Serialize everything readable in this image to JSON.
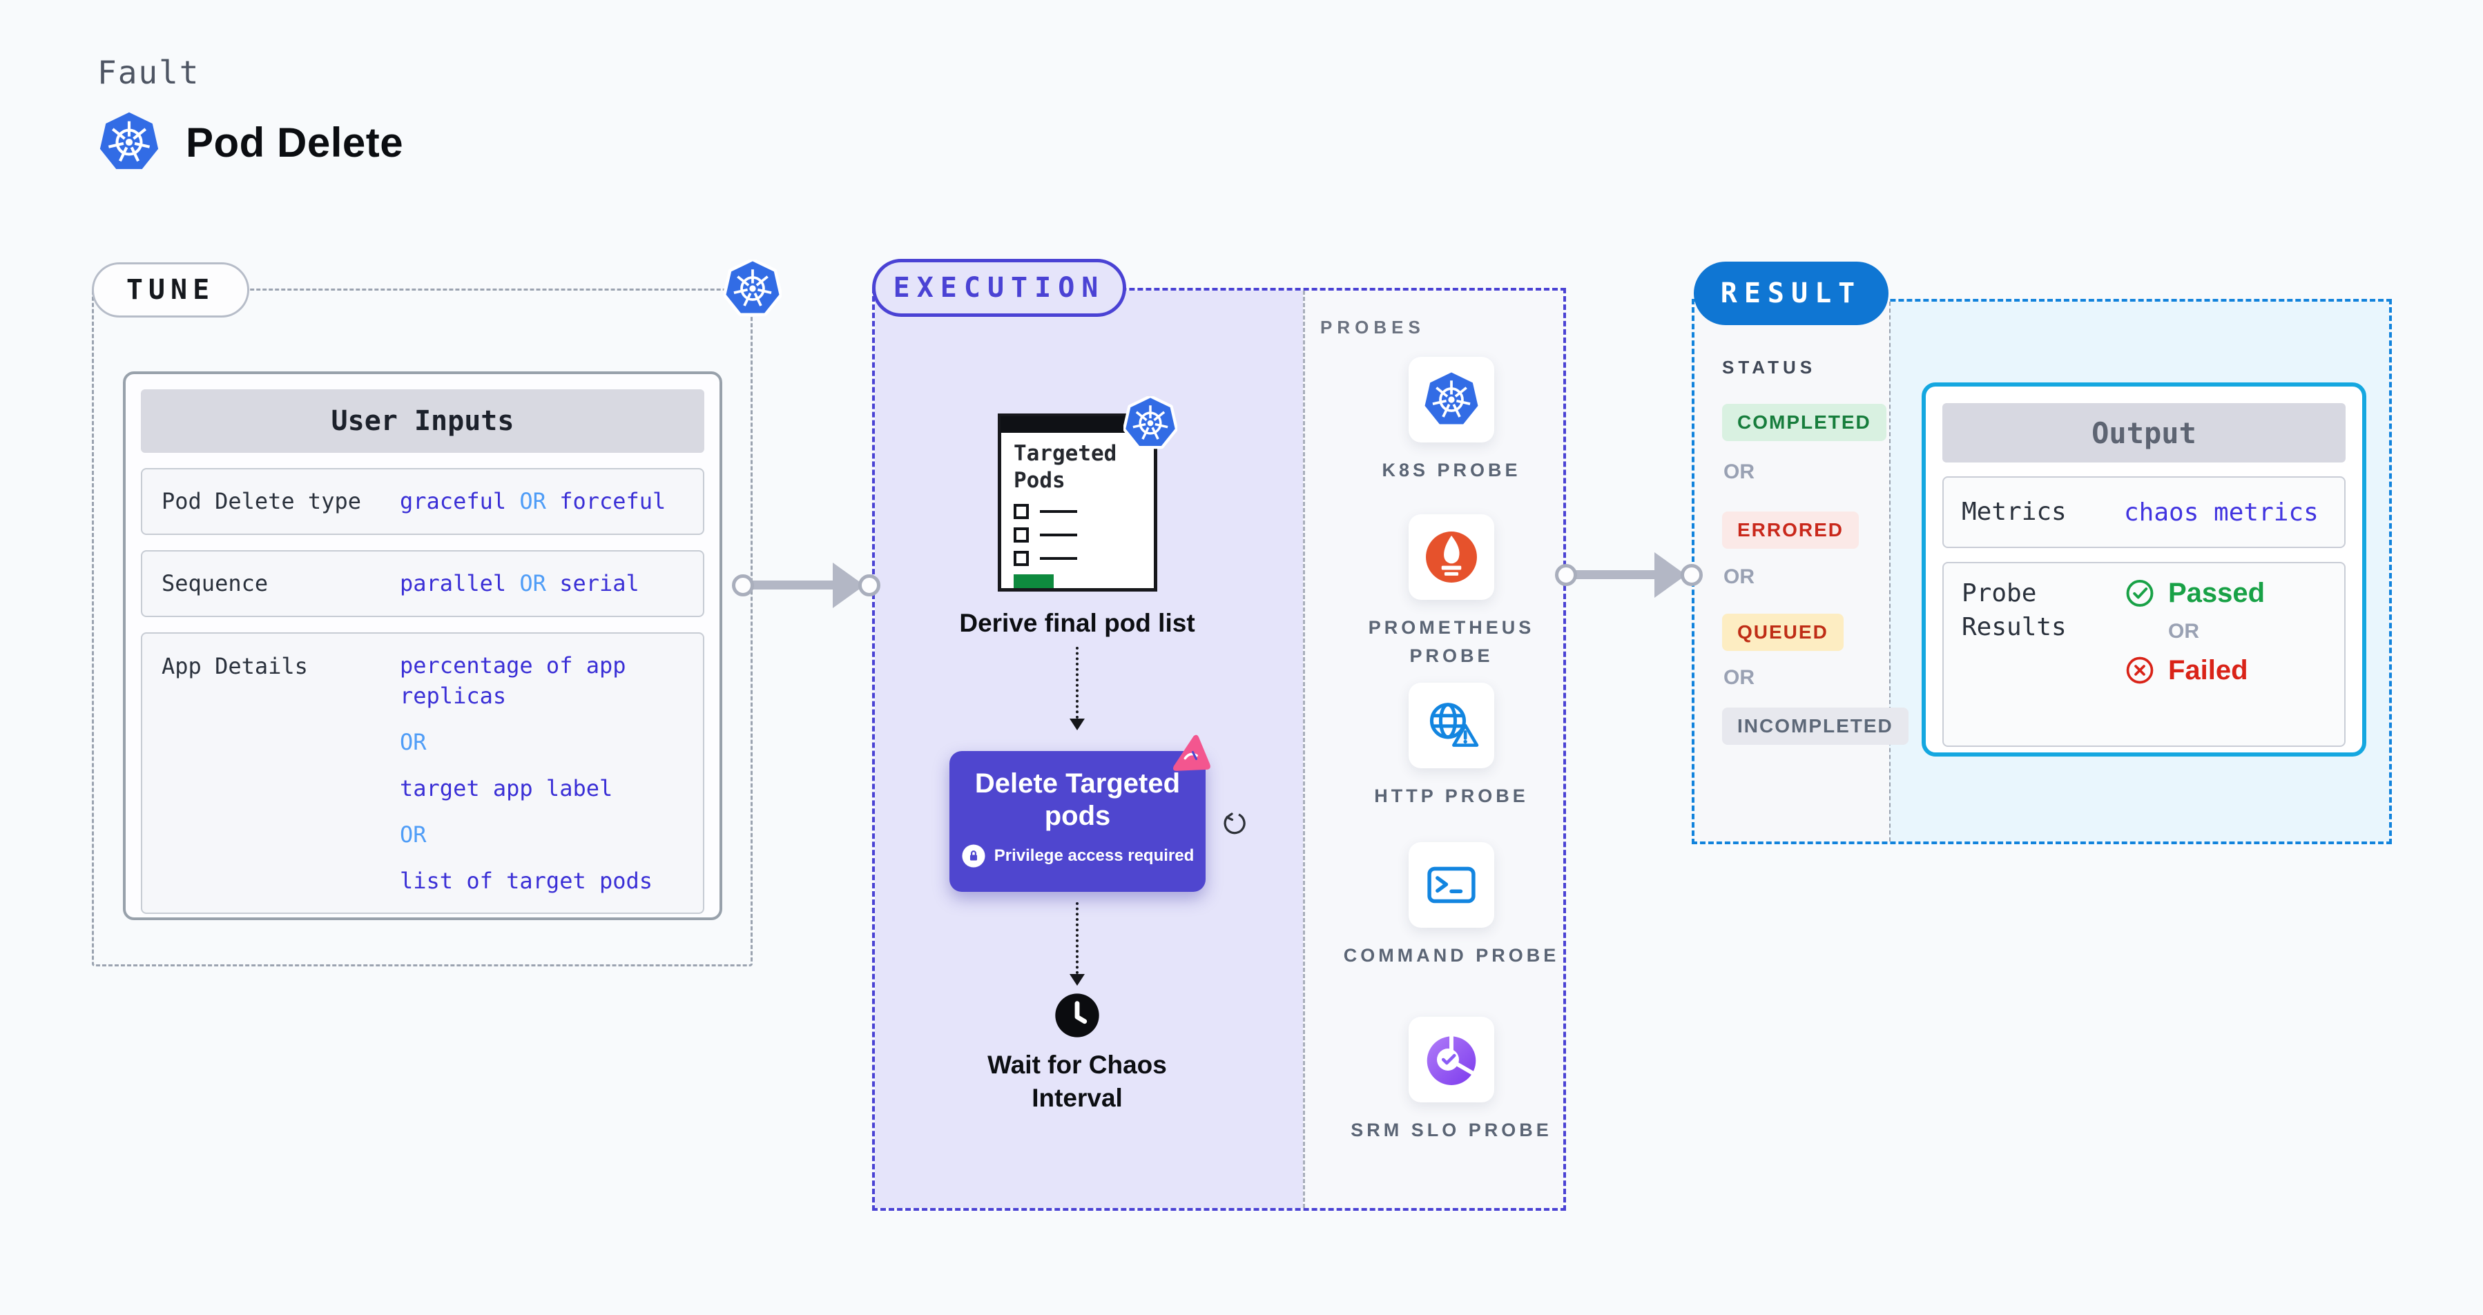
{
  "header": {
    "eyebrow": "Fault",
    "title": "Pod Delete"
  },
  "tune": {
    "label": "TUNE",
    "table": {
      "header": "User Inputs",
      "rows": [
        {
          "label": "Pod Delete type",
          "parts": [
            {
              "text": "graceful"
            },
            {
              "text": "OR"
            },
            {
              "text": "forceful"
            }
          ]
        },
        {
          "label": "Sequence",
          "parts": [
            {
              "text": "parallel"
            },
            {
              "text": "OR"
            },
            {
              "text": "serial"
            }
          ]
        },
        {
          "label": "App Details",
          "lines": [
            "percentage of app replicas",
            "OR",
            "target app label",
            "OR",
            "list of target pods"
          ]
        }
      ]
    }
  },
  "execution": {
    "label": "EXECUTION",
    "targeted_pods_title": "Targeted Pods",
    "derive_label": "Derive final pod list",
    "delete_title": "Delete Targeted pods",
    "privilege_note": "Privilege access required",
    "wait_label": "Wait for Chaos Interval"
  },
  "probes": {
    "label": "PROBES",
    "items": [
      {
        "name": "K8S PROBE",
        "icon": "kubernetes-icon"
      },
      {
        "name": "PROMETHEUS PROBE",
        "icon": "prometheus-icon"
      },
      {
        "name": "HTTP PROBE",
        "icon": "http-globe-warning-icon"
      },
      {
        "name": "COMMAND PROBE",
        "icon": "terminal-icon"
      },
      {
        "name": "SRM SLO PROBE",
        "icon": "slo-gauge-check-icon"
      }
    ]
  },
  "result": {
    "label": "RESULT",
    "status": {
      "label": "STATUS",
      "or": "OR",
      "badges": [
        {
          "text": "COMPLETED",
          "fg": "#177d3c",
          "bg": "#d9f1e1"
        },
        {
          "text": "ERRORED",
          "fg": "#c9281b",
          "bg": "#fbe9e7"
        },
        {
          "text": "QUEUED",
          "fg": "#bf2d16",
          "bg": "#fdedc2"
        },
        {
          "text": "INCOMPLETED",
          "fg": "#5d6878",
          "bg": "#e7e8ee"
        }
      ]
    },
    "output": {
      "title": "Output",
      "metrics_label": "Metrics",
      "metrics_value": "chaos metrics",
      "probe_results_label": "Probe Results",
      "passed": "Passed",
      "or": "OR",
      "failed": "Failed"
    }
  },
  "colors": {
    "page_bg": "#f8fafc",
    "execution_accent": "#4a42d4",
    "execution_bg": "#e5e4fa",
    "delete_box_bg": "#4f46cf",
    "result_pill": "#0f76d3",
    "result_border": "#1283dc",
    "output_border": "#14a7e0",
    "value_indigo": "#3a2fd6",
    "or_blue": "#4f9df7",
    "passed_green": "#18a146",
    "failed_red": "#d92318",
    "kubernetes_blue": "#326ce5",
    "prometheus_orange": "#e6522c",
    "pod_list_green": "#0e8a3e",
    "litmus_pink": "#f3568f"
  }
}
